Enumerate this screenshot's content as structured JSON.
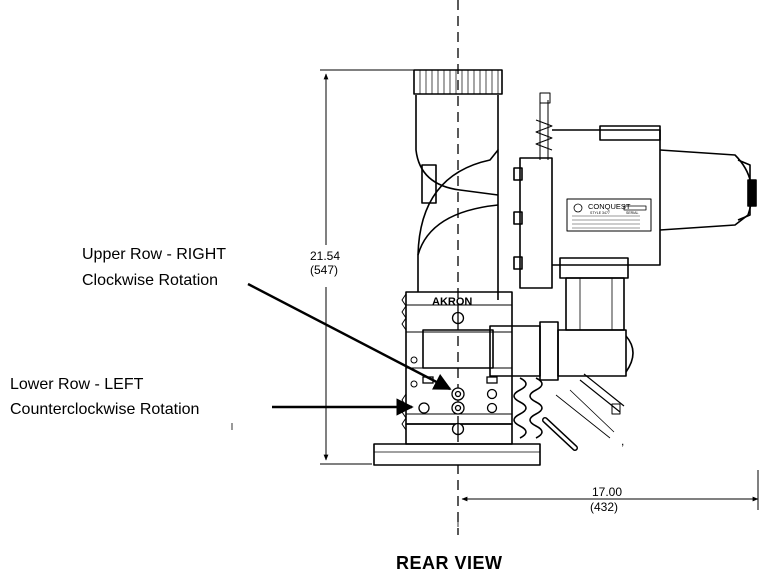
{
  "callouts": {
    "upper_line1": "Upper Row - RIGHT",
    "upper_line2": "Clockwise Rotation",
    "lower_line1": "Lower Row - LEFT",
    "lower_line2": "Counterclockwise Rotation"
  },
  "dimensions": {
    "height_in": "21.54",
    "height_mm": "(547)",
    "width_in": "17.00",
    "width_mm": "(432)"
  },
  "labels": {
    "brand": "AKRON",
    "plate_brand": "CONQUEST",
    "plate_model": "STYLE 3477",
    "plate_serial": "SERIAL"
  },
  "view_title": "REAR VIEW"
}
